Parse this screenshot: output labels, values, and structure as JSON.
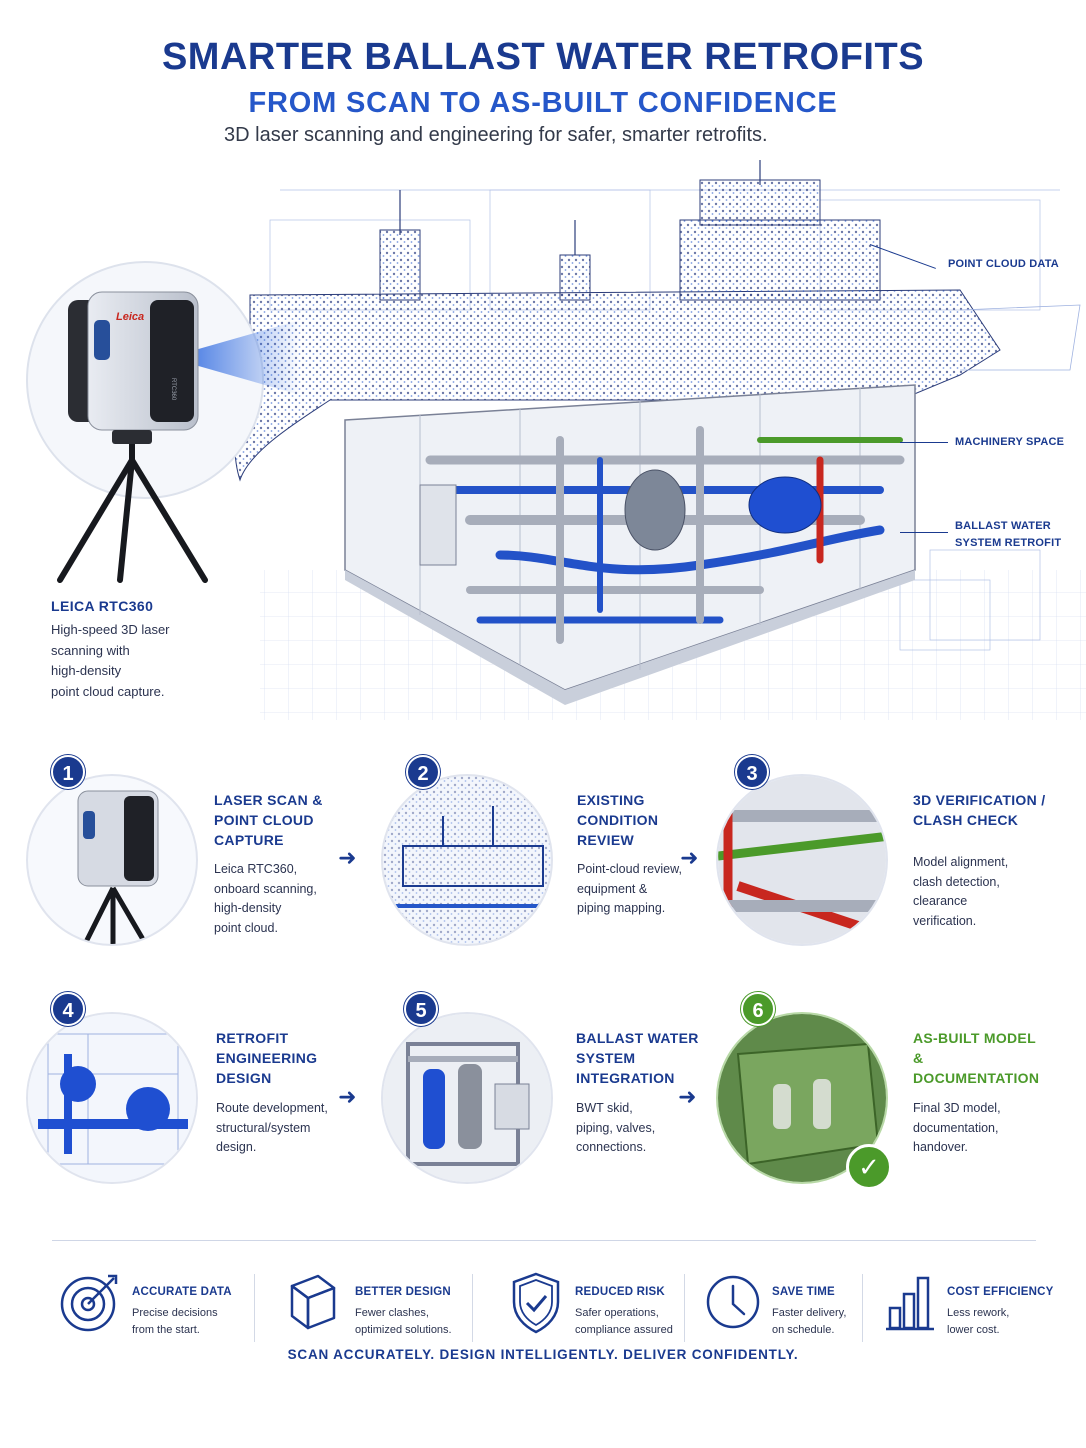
{
  "header": {
    "title": "SMARTER BALLAST WATER RETROFITS",
    "subtitle": "FROM SCAN TO AS-BUILT CONFIDENCE",
    "tagline": "3D laser scanning and engineering for safer, smarter retrofits."
  },
  "hero": {
    "callouts": {
      "point_cloud": "POINT CLOUD DATA",
      "machinery": "MACHINERY SPACE",
      "ballast_1": "BALLAST WATER",
      "ballast_2": "SYSTEM RETROFIT"
    },
    "scanner": {
      "title": "LEICA RTC360",
      "desc_1": "High-speed 3D laser",
      "desc_2": "scanning with",
      "desc_3": "high-density",
      "desc_4": "point cloud capture.",
      "brand_mark": "Leica",
      "model_mark": "RTC360"
    }
  },
  "steps": [
    {
      "num": "1",
      "title_1": "LASER SCAN &",
      "title_2": "POINT CLOUD",
      "title_3": "CAPTURE",
      "desc_1": "Leica RTC360,",
      "desc_2": "onboard scanning,",
      "desc_3": "high-density",
      "desc_4": "point cloud."
    },
    {
      "num": "2",
      "title_1": "EXISTING",
      "title_2": "CONDITION",
      "title_3": "REVIEW",
      "desc_1": "Point-cloud review,",
      "desc_2": "equipment &",
      "desc_3": "piping mapping."
    },
    {
      "num": "3",
      "title_1": "3D VERIFICATION /",
      "title_2": "CLASH CHECK",
      "desc_1": "Model alignment,",
      "desc_2": "clash detection,",
      "desc_3": "clearance",
      "desc_4": "verification."
    },
    {
      "num": "4",
      "title_1": "RETROFIT",
      "title_2": "ENGINEERING",
      "title_3": "DESIGN",
      "desc_1": "Route development,",
      "desc_2": "structural/system",
      "desc_3": "design."
    },
    {
      "num": "5",
      "title_1": "BALLAST WATER",
      "title_2": "SYSTEM",
      "title_3": "INTEGRATION",
      "desc_1": "BWT skid,",
      "desc_2": "piping, valves,",
      "desc_3": "connections."
    },
    {
      "num": "6",
      "title_1": "AS-BUILT MODEL",
      "title_2": "&",
      "title_3": "DOCUMENTATION",
      "desc_1": "Final 3D model,",
      "desc_2": "documentation,",
      "desc_3": "handover."
    }
  ],
  "benefits": [
    {
      "icon": "target-icon",
      "title": "ACCURATE DATA",
      "desc_1": "Precise decisions",
      "desc_2": "from the start."
    },
    {
      "icon": "cube-icon",
      "title": "BETTER DESIGN",
      "desc_1": "Fewer clashes,",
      "desc_2": "optimized solutions."
    },
    {
      "icon": "shield-check-icon",
      "title": "REDUCED RISK",
      "desc_1": "Safer operations,",
      "desc_2": "compliance assured"
    },
    {
      "icon": "clock-icon",
      "title": "SAVE TIME",
      "desc_1": "Faster delivery,",
      "desc_2": "on schedule."
    },
    {
      "icon": "bar-chart-icon",
      "title": "COST EFFICIENCY",
      "desc_1": "Less rework,",
      "desc_2": "lower cost."
    }
  ],
  "footer": "SCAN ACCURATELY. DESIGN INTELLIGENTLY. DELIVER CONFIDENTLY.",
  "colors": {
    "primary": "#1a3a8f",
    "accent_blue": "#2557c9",
    "pipe_blue": "#1f4fd1",
    "green": "#4b9a2a",
    "red": "#c8271f"
  }
}
